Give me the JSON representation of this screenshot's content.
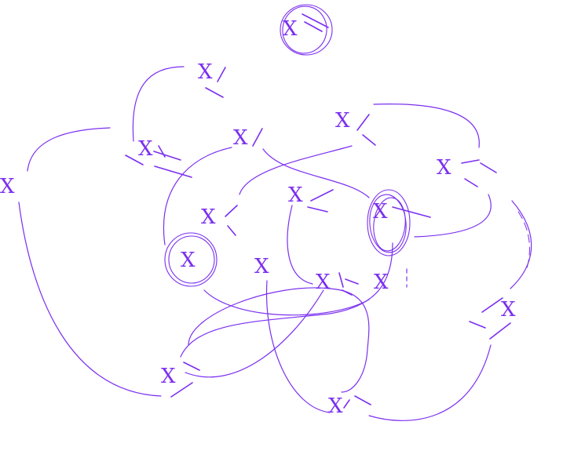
{
  "colors": {
    "ink": "#7b2ff0",
    "background": "#ffffff"
  },
  "label_text": "X",
  "labels": [
    {
      "id": "top-circled",
      "text": "X"
    },
    {
      "id": "upper-left",
      "text": "X"
    },
    {
      "id": "left-edge",
      "text": "X"
    },
    {
      "id": "left-mid",
      "text": "X"
    },
    {
      "id": "upper-center",
      "text": "X"
    },
    {
      "id": "upper-right-center",
      "text": "X"
    },
    {
      "id": "right-top",
      "text": "X"
    },
    {
      "id": "center-left",
      "text": "X"
    },
    {
      "id": "center",
      "text": "X"
    },
    {
      "id": "center-right-circled",
      "text": "X"
    },
    {
      "id": "left-circled",
      "text": "X"
    },
    {
      "id": "center-lower",
      "text": "X"
    },
    {
      "id": "lower-center-a",
      "text": "X"
    },
    {
      "id": "lower-center-b",
      "text": "X"
    },
    {
      "id": "right-lower",
      "text": "X"
    },
    {
      "id": "bottom-left",
      "text": "X"
    },
    {
      "id": "bottom-center",
      "text": "X"
    }
  ]
}
